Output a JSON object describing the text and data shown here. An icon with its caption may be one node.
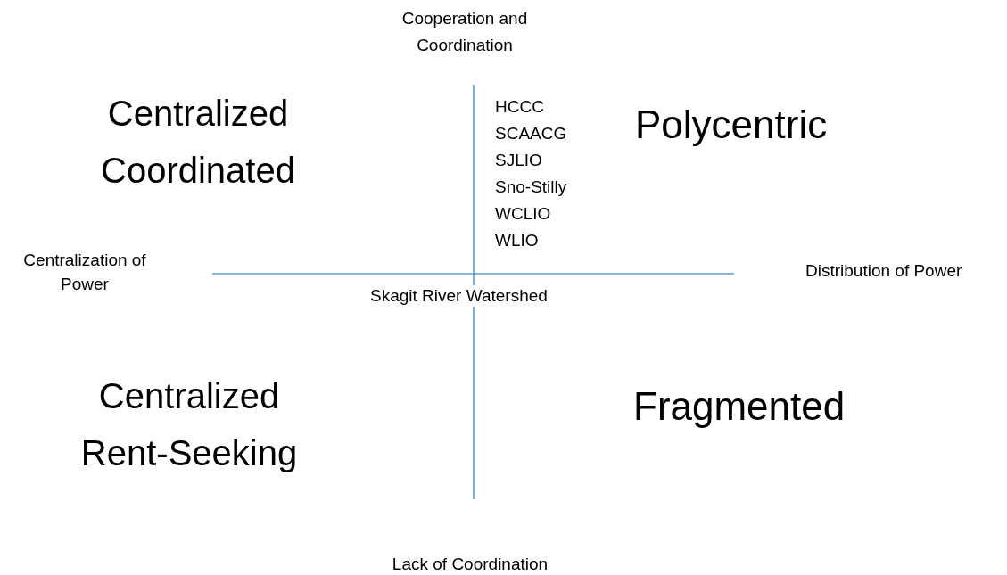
{
  "diagram": {
    "labels": [
      "Cooperation and Coordination",
      "Centralized Coordinated",
      "HCCC",
      "SCAACG",
      "SJLIO",
      "Sno-Stilly",
      "WCLIO",
      "WLIO",
      "Polycentric",
      "Centralization of Power",
      "Distribution of Power",
      "Skagit River Watershed",
      "Centralized Rent-Seeking",
      "Fragmented",
      "Lack of Coordination"
    ]
  }
}
